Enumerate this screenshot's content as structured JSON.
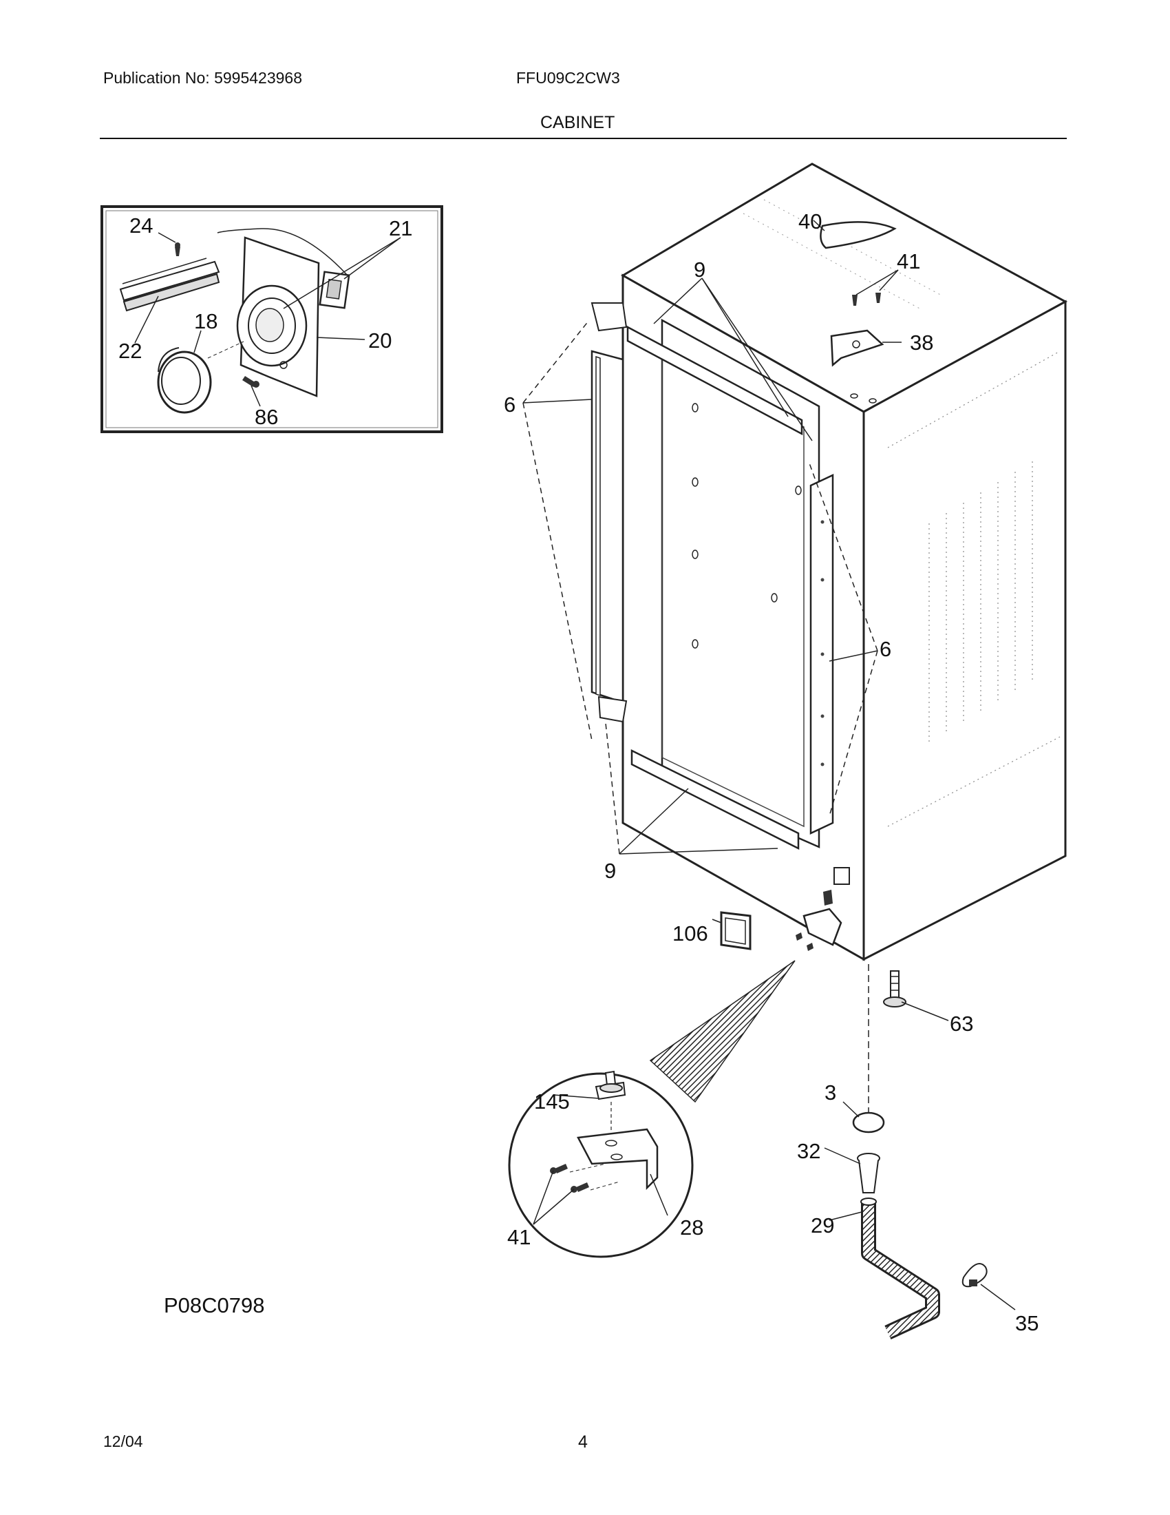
{
  "header": {
    "publication": "Publication No: 5995423968",
    "model": "FFU09C2CW3",
    "section": "CABINET"
  },
  "drawing_code": "P08C0798",
  "footer": {
    "date": "12/04",
    "page": "4"
  },
  "callouts": {
    "c24": "24",
    "c21": "21",
    "c18": "18",
    "c22": "22",
    "c20": "20",
    "c86": "86",
    "c40": "40",
    "c41a": "41",
    "c9a": "9",
    "c38": "38",
    "c6a": "6",
    "c6b": "6",
    "c9b": "9",
    "c106": "106",
    "c63": "63",
    "c3": "3",
    "c32": "32",
    "c145": "145",
    "c29": "29",
    "c41b": "41",
    "c28": "28",
    "c35": "35"
  }
}
